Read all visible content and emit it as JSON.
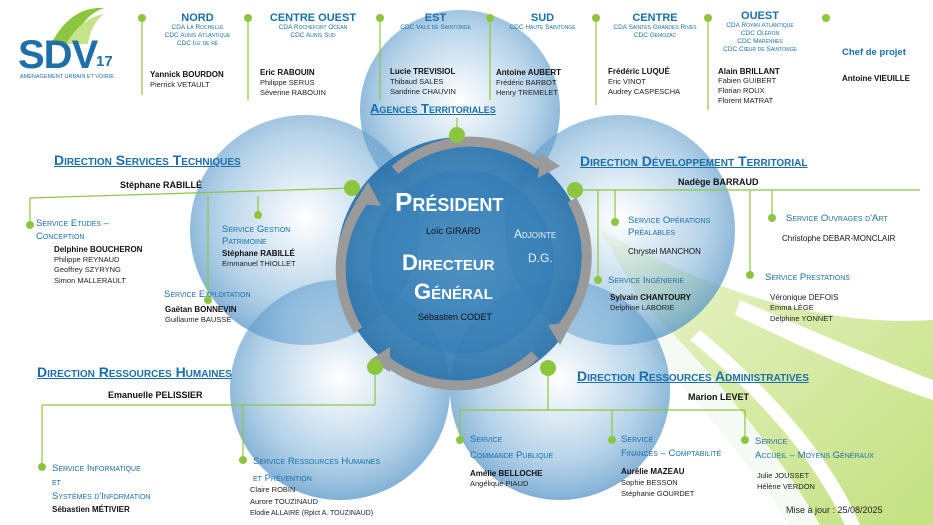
{
  "logo": {
    "name": "SDV",
    "number": "17",
    "tagline": "AMÉNAGEMENT URBAIN ET VOIRIE"
  },
  "agencies": [
    {
      "name": "NORD",
      "sub": [
        "CDA La Rochelle",
        "CDC Aunis Atlantique",
        "CDC Ile de ré"
      ],
      "lead": "Yannick BOURDON",
      "members": [
        "Pierrick VETAULT"
      ]
    },
    {
      "name": "CENTRE OUEST",
      "sub": [
        "CDA Rochefort Océan",
        "CDC Aunis Sud"
      ],
      "lead": "Eric RABOUIN",
      "members": [
        "Philippe SERUS",
        "Séverine RABOUIN"
      ]
    },
    {
      "name": "EST",
      "sub": [
        "CDC Vals de Saintonge"
      ],
      "lead": "Lucie TREVISIOL",
      "members": [
        "Thibaud SALES",
        "Sandrine CHAUVIN"
      ]
    },
    {
      "name": "SUD",
      "sub": [
        "CDC Haute Saintonge"
      ],
      "lead": "Antoine AUBERT",
      "members": [
        "Frédéric BARBOT",
        "Henry TREMELET"
      ]
    },
    {
      "name": "CENTRE",
      "sub": [
        "CDA Saintes Grandes Rives",
        "CDC Gemozac"
      ],
      "lead": "Frédéric LUQUÉ",
      "members": [
        "Eric VINOT",
        "Audrey CASPESCHA"
      ]
    },
    {
      "name": "OUEST",
      "sub": [
        "CDA Royan Atlantique",
        "CDC Oléron",
        "CDC Marennes",
        "CDC Cœur de Saintonge"
      ],
      "lead": "Alain BRILLANT",
      "members": [
        "Fabien GUIBERT",
        "Florian ROUX",
        "Florent MATRAT"
      ]
    }
  ],
  "chef_projet": {
    "title": "Chef de projet",
    "name": "Antoine VIEUILLE"
  },
  "agences_title": "Agences Territoriales",
  "center": {
    "president_title": "Président",
    "president_name": "Loïc GIRARD",
    "adjointe_1": "Adjointe",
    "adjointe_2": "D.G.",
    "directeur_1": "Directeur",
    "directeur_2": "Général",
    "directeur_name": "Sébastien CODET"
  },
  "dst": {
    "title": "Direction Services Techniques",
    "leader": "Stéphane RABILLÉ",
    "services": [
      {
        "title": [
          "Service Etudes –",
          "Conception"
        ],
        "lead": "Delphine BOUCHERON",
        "members": [
          "Philippe REYNAUD",
          "Geoffrey SZYRYNG",
          "Simon MALLERAULT"
        ]
      },
      {
        "title": [
          "Service Gestion",
          "Patrimoine"
        ],
        "lead": "Stéphane RABILLÉ",
        "members": [
          "Emmanuel THIOLLET"
        ]
      },
      {
        "title": [
          "Service Exploitation"
        ],
        "lead": "Gaëtan BONNEVIN",
        "members": [
          "Guillaume BAUSSE"
        ]
      }
    ]
  },
  "ddt": {
    "title": "Direction Développement Territorial",
    "leader": "Nadège BARRAUD",
    "services": [
      {
        "title": [
          "Service Opérations",
          "Préalables"
        ],
        "lead": "Chrystel MANCHON",
        "members": []
      },
      {
        "title": [
          "Service Ouvrages d'Art"
        ],
        "lead": "Christophe DEBAR-MONCLAIR",
        "members": []
      },
      {
        "title": [
          "Service Ingénierie"
        ],
        "lead": "Sylvain CHANTOURY",
        "members": [
          "Delphine LABORIE"
        ]
      },
      {
        "title": [
          "Service Prestations"
        ],
        "lead": "Véronique DEFOIS",
        "members": [
          "Emma LÈGE",
          "Delphine YONNET"
        ]
      }
    ]
  },
  "drh": {
    "title": "Direction Ressources Humaines",
    "leader": "Emanuelle PELISSIER",
    "services": [
      {
        "title": [
          "Service Informatique",
          "et",
          "Systèmes d'Information"
        ],
        "lead": "Sébastien MÉTIVIER",
        "members": []
      },
      {
        "title": [
          "Service Ressources Humaines",
          "et Prévention"
        ],
        "lead": "",
        "members": [
          "Claire ROBIN",
          "Aurore TOUZINAUD",
          "Elodie ALLAIRE (Rplct A. TOUZINAUD)"
        ]
      }
    ]
  },
  "dra": {
    "title": "Direction Ressources Administratives",
    "leader": "Marion LEVET",
    "services": [
      {
        "title": [
          "Service",
          "Commande Publique"
        ],
        "lead": "Amélie BELLOCHE",
        "members": [
          "Angélique PIAUD"
        ]
      },
      {
        "title": [
          "Service",
          "Finances – Comptabilité"
        ],
        "lead": "Aurélie MAZEAU",
        "members": [
          "Sophie BESSON",
          "Stéphanie GOURDET"
        ]
      },
      {
        "title": [
          "Service",
          "Accueil – Moyens Généraux"
        ],
        "lead": "",
        "members": [
          "Julie JOUSSET",
          "Hélène VERDON"
        ]
      }
    ]
  },
  "footer": "Mise à jour : 25/08/2025",
  "colors": {
    "blue": "#1a6fa8",
    "green": "#8cc63f",
    "circle": "#5b9bc9"
  }
}
